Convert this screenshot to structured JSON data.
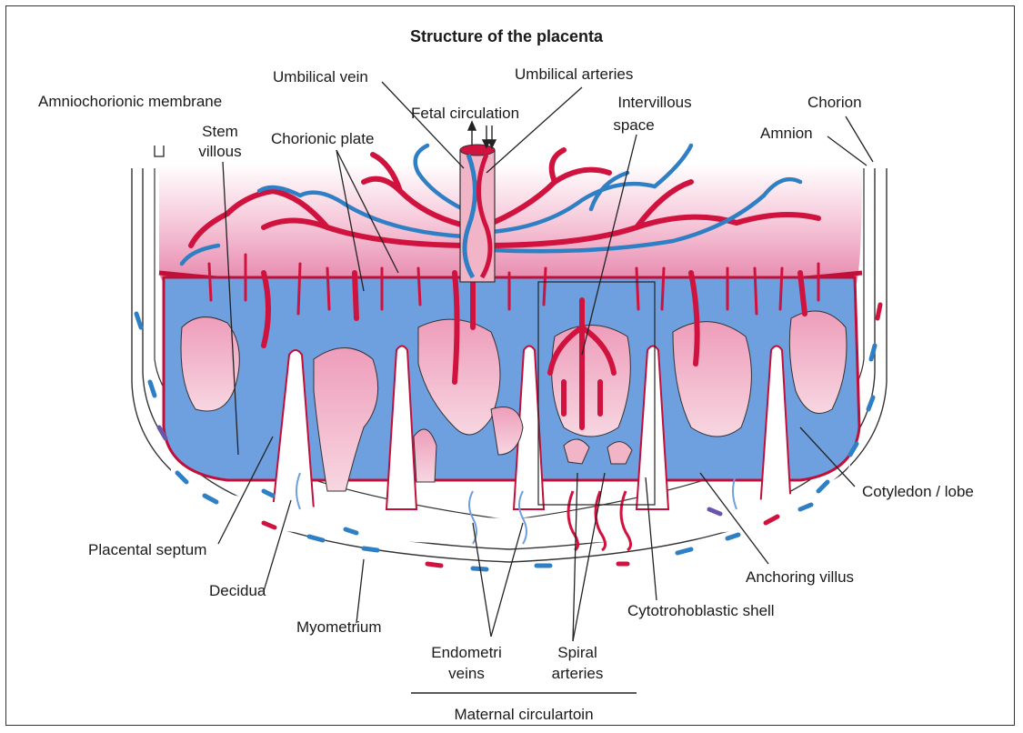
{
  "title": "Structure of the placenta",
  "labels": {
    "umbilical_vein": "Umbilical vein",
    "umbilical_arteries": "Umbilical arteries",
    "amniochorionic_membrane": "Amniochorionic membrane",
    "fetal_circulation": "Fetal circulation",
    "intervillous_space_1": "Intervillous",
    "intervillous_space_2": "space",
    "chorion": "Chorion",
    "amnion": "Amnion",
    "stem_villous_1": "Stem",
    "stem_villous_2": "villous",
    "chorionic_plate": "Chorionic plate",
    "cotyledon_lobe": "Cotyledon / lobe",
    "placental_septum": "Placental septum",
    "anchoring_villus": "Anchoring villus",
    "decidua": "Decidua",
    "cytotrophoblastic_shell": "Cytotrohoblastic shell",
    "myometrium": "Myometrium",
    "endometrial_veins_1": "Endometri",
    "endometrial_veins_2": "veins",
    "spiral_arteries_1": "Spiral",
    "spiral_arteries_2": "arteries",
    "maternal_circulation": "Maternal circulartoin"
  },
  "colors": {
    "artery_red": "#d0123e",
    "vein_blue": "#2f7fc4",
    "intervillous_blue": "#6e9fdf",
    "plate_pink": "#ea8fb0",
    "villus_pink": "#f2b5c8"
  }
}
